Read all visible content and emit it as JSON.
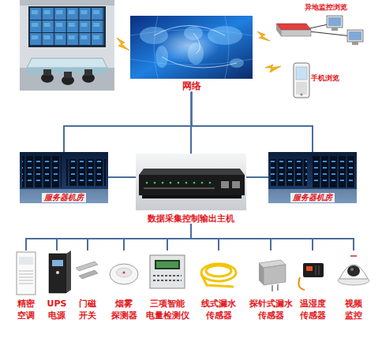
{
  "diagram": {
    "nodes": [
      {
        "text": [
          "网络"
        ]
      },
      {
        "text": [
          "异地监控浏览"
        ]
      },
      {
        "text": [
          "手机浏览"
        ]
      },
      {
        "text": [
          "服务器机房"
        ]
      },
      {
        "text": [
          "数据采集控制输出主机"
        ]
      },
      {
        "text": [
          "服务器机房"
        ]
      },
      {
        "text": [
          "精密 空调"
        ]
      },
      {
        "text": [
          "UPS 电源"
        ]
      },
      {
        "text": [
          "门磁 开关"
        ]
      },
      {
        "text": [
          "烟雾 探测器"
        ]
      },
      {
        "text": [
          "三项智能 电量检测仪"
        ]
      },
      {
        "text": [
          "线式漏水 传感器"
        ]
      },
      {
        "text": [
          "探针式漏水 传感器"
        ]
      },
      {
        "text": [
          "温湿度 传感器"
        ]
      },
      {
        "text": [
          "视频 监控"
        ]
      }
    ],
    "edges": [
      {
        "from": 0,
        "to": 3,
        "arrow": "none"
      },
      {
        "from": 0,
        "to": 4,
        "arrow": "none"
      },
      {
        "from": 0,
        "to": 5,
        "arrow": "none"
      },
      {
        "from": 3,
        "to": 4,
        "arrow": "none"
      },
      {
        "from": 4,
        "to": 5,
        "arrow": "none"
      },
      {
        "from": 4,
        "to": 6,
        "arrow": "none"
      },
      {
        "from": 4,
        "to": 7,
        "arrow": "none"
      },
      {
        "from": 4,
        "to": 8,
        "arrow": "none"
      },
      {
        "from": 4,
        "to": 9,
        "arrow": "none"
      },
      {
        "from": 4,
        "to": 10,
        "arrow": "none"
      },
      {
        "from": 4,
        "to": 11,
        "arrow": "none"
      },
      {
        "from": 4,
        "to": 12,
        "arrow": "none"
      },
      {
        "from": 4,
        "to": 13,
        "arrow": "none"
      },
      {
        "from": 4,
        "to": 14,
        "arrow": "none"
      }
    ]
  }
}
